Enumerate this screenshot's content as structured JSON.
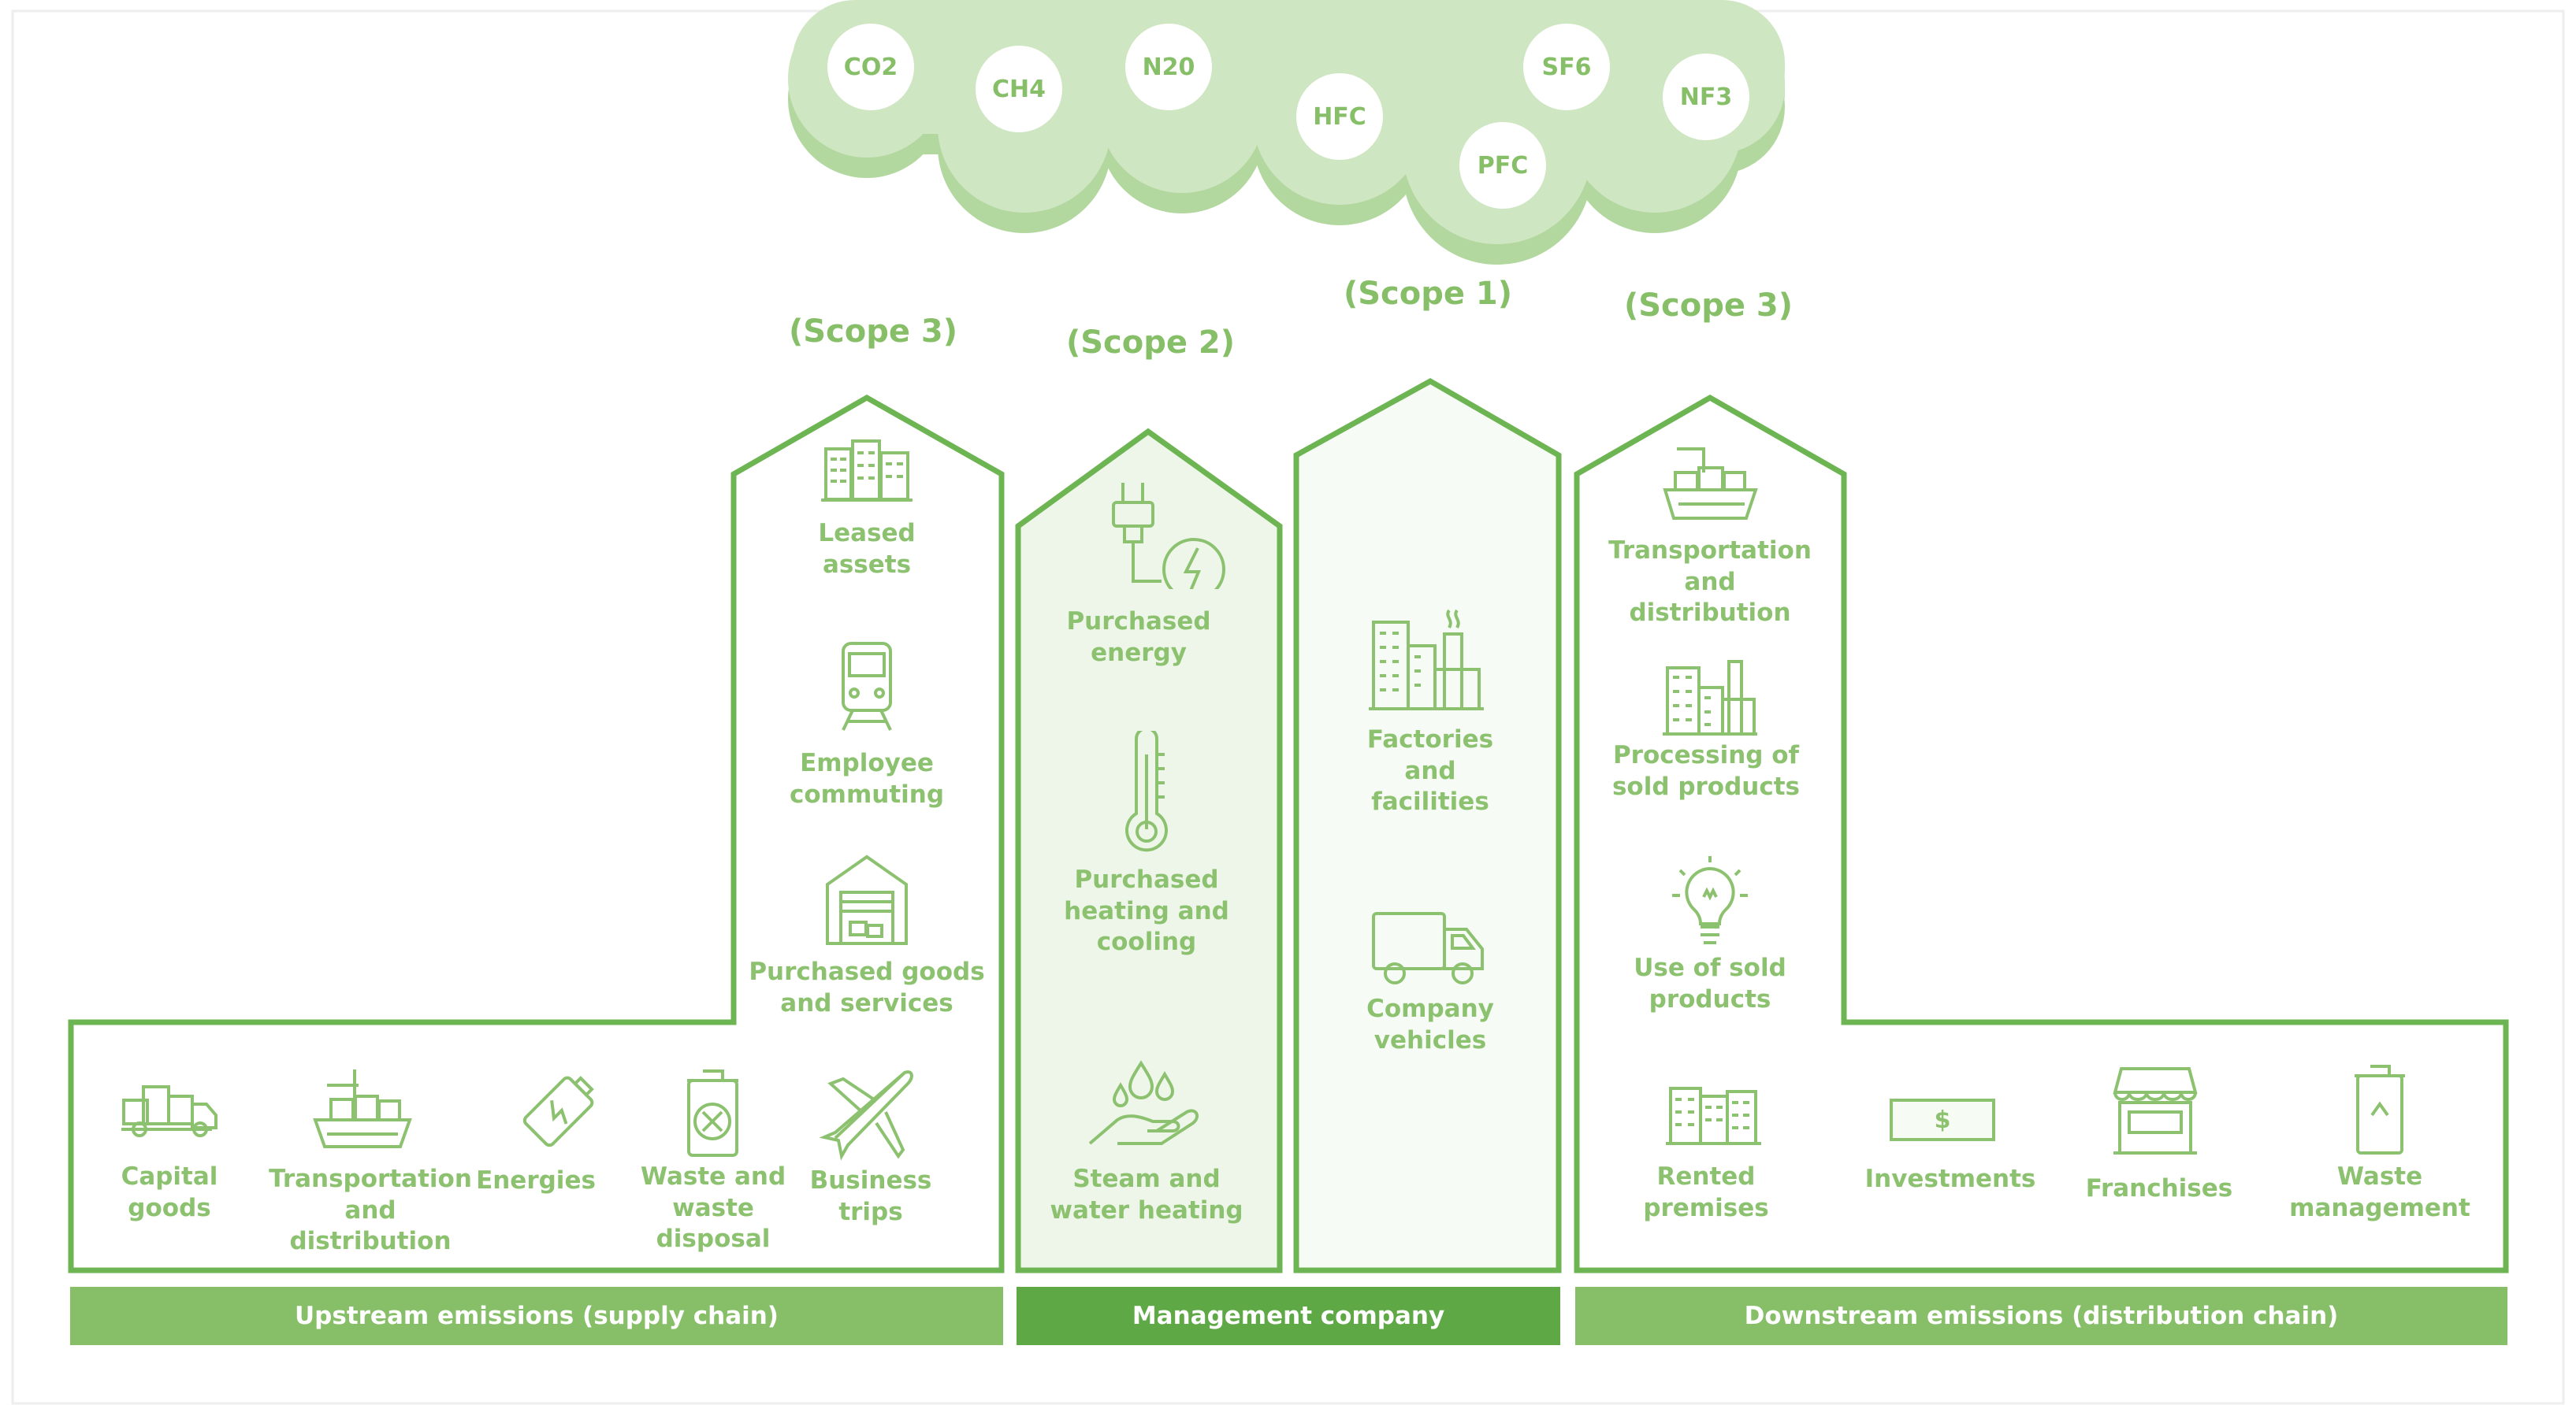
{
  "gases": [
    "CO2",
    "CH4",
    "N20",
    "HFC",
    "PFC",
    "SF6",
    "NF3"
  ],
  "scopes": {
    "upstream_scope": "(Scope 3)",
    "scope2": "(Scope 2)",
    "scope1": "(Scope 1)",
    "downstream_scope": "(Scope 3)"
  },
  "upstream_tower": [
    "Leased\nassets",
    "Employee\ncommuting",
    "Purchased goods\nand services"
  ],
  "upstream_base": [
    "Capital\ngoods",
    "Transportation\nand\ndistribution",
    "Energies",
    "Waste and\nwaste\ndisposal",
    "Business\ntrips"
  ],
  "scope2_items": [
    "Purchased\nenergy",
    "Purchased\nheating and\ncooling",
    "Steam and\nwater heating"
  ],
  "scope1_items": [
    "Factories\nand\nfacilities",
    "Company\nvehicles"
  ],
  "downstream_tower": [
    "Transportation\nand\ndistribution",
    "Processing of\nsold products",
    "Use of sold\nproducts"
  ],
  "downstream_base": [
    "Rented\npremises",
    "Investments",
    "Franchises",
    "Waste\nmanagement"
  ],
  "investment_symbol": "$",
  "bars": {
    "upstream": "Upstream emissions (supply chain)",
    "management": "Management company",
    "downstream": "Downstream emissions (distribution chain)"
  },
  "colors": {
    "outline": "#6db552",
    "text": "#8cc26f",
    "cloud": "#cfe6c2",
    "cloud_shadow": "#b3d89f",
    "bar_light": "#86bf68",
    "bar_dark": "#5ea846",
    "scope2_fill": "#eef6ea",
    "scope1_fill": "#f7fbf5"
  }
}
